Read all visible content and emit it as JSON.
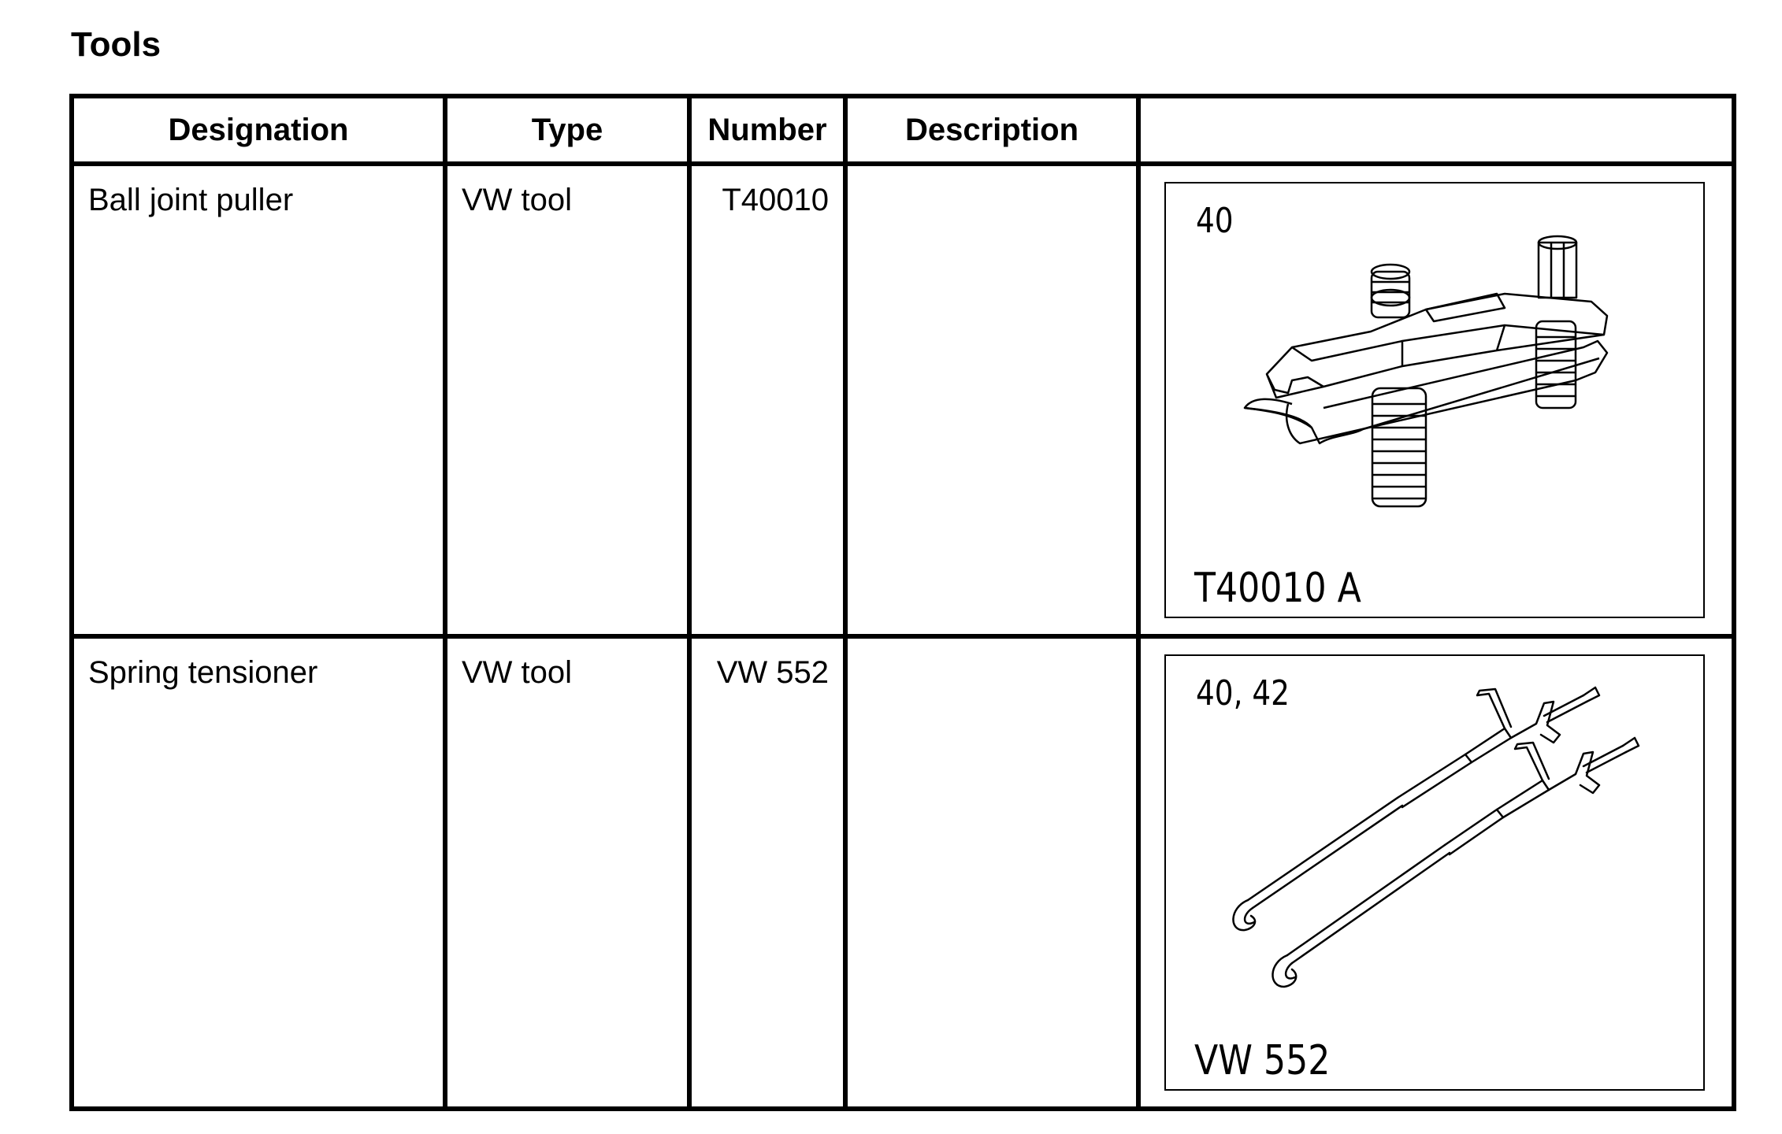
{
  "page": {
    "title": "Tools"
  },
  "table": {
    "headers": [
      "Designation",
      "Type",
      "Number",
      "Description",
      ""
    ],
    "rows": [
      {
        "designation": "Ball joint puller",
        "type": "VW tool",
        "number": "T40010",
        "description": "",
        "image": {
          "icon": "ball-joint-puller-drawing",
          "label_top": "40",
          "label_bottom": "T40010 A"
        }
      },
      {
        "designation": "Spring tensioner",
        "type": "VW tool",
        "number": "VW 552",
        "description": "",
        "image": {
          "icon": "spring-tensioner-drawing",
          "label_top": "40, 42",
          "label_bottom": "VW 552"
        }
      }
    ]
  }
}
